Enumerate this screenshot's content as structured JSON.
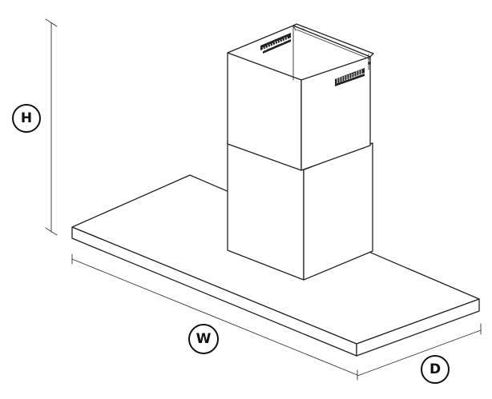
{
  "labels": {
    "height": "H",
    "width": "W",
    "depth": "D"
  }
}
